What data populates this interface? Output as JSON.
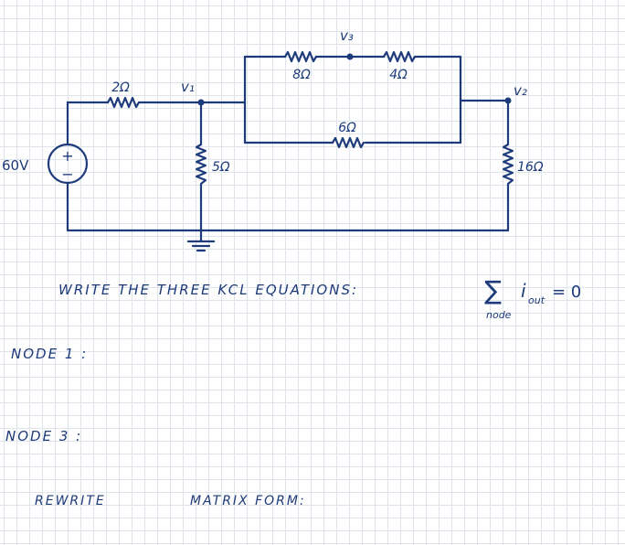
{
  "circuit": {
    "source": {
      "value": "60V",
      "plus": "+",
      "minus": "−"
    },
    "resistors": {
      "r_top_left": "2Ω",
      "r_shunt": "5Ω",
      "r_8": "8Ω",
      "r_4": "4Ω",
      "r_6": "6Ω",
      "r_16": "16Ω"
    },
    "nodes": {
      "v1": "v₁",
      "v2": "v₂",
      "v3": "v₃"
    }
  },
  "instructions": {
    "prompt": "WRITE THE THREE KCL EQUATIONS:",
    "sum": "∑",
    "sum_sub": "node",
    "i": "i",
    "i_sub": "out",
    "eq": "= 0"
  },
  "worksheet": {
    "node1": "NODE 1 :",
    "node3": "NODE 3 :",
    "rewrite": "REWRITE",
    "matrix": "MATRIX FORM:"
  }
}
